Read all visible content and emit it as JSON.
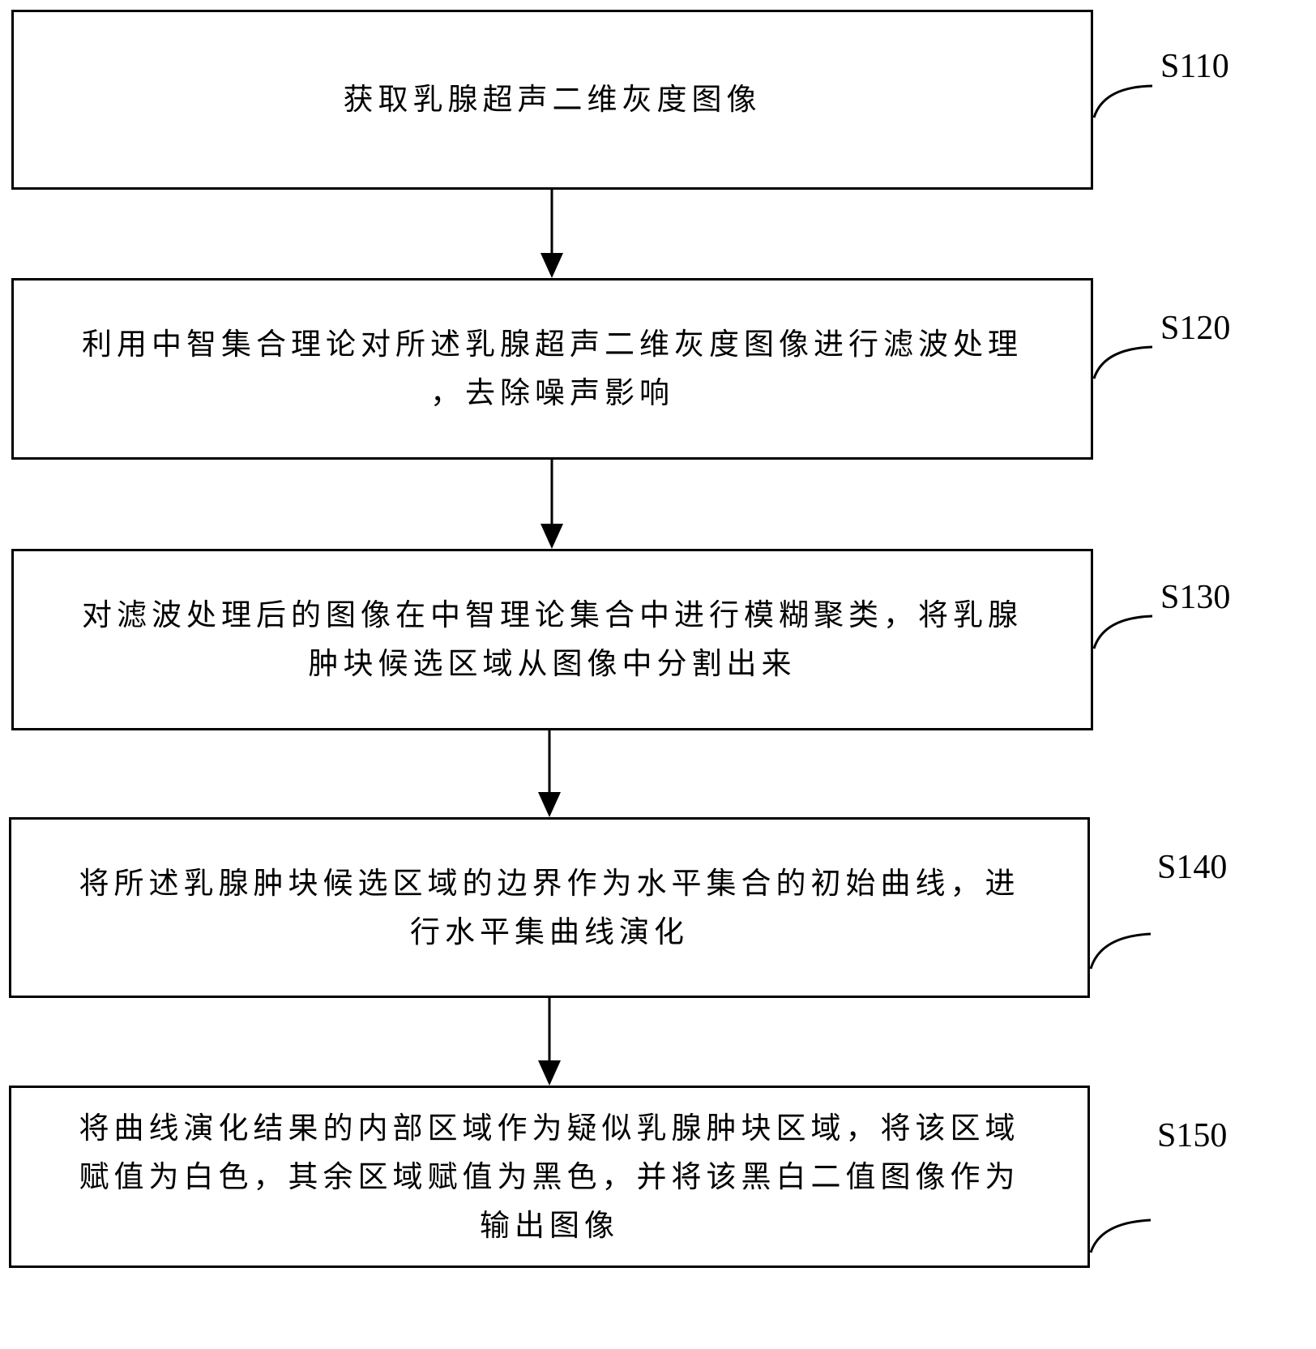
{
  "diagram": {
    "type": "flowchart",
    "steps": [
      {
        "id": "S110",
        "lines": [
          "获取乳腺超声二维灰度图像"
        ]
      },
      {
        "id": "S120",
        "lines": [
          "利用中智集合理论对所述乳腺超声二维灰度图像进行滤波处理",
          "，去除噪声影响"
        ]
      },
      {
        "id": "S130",
        "lines": [
          "对滤波处理后的图像在中智理论集合中进行模糊聚类，将乳腺",
          "肿块候选区域从图像中分割出来"
        ]
      },
      {
        "id": "S140",
        "lines": [
          "将所述乳腺肿块候选区域的边界作为水平集合的初始曲线，进",
          "行水平集曲线演化"
        ]
      },
      {
        "id": "S150",
        "lines": [
          "将曲线演化结果的内部区域作为疑似乳腺肿块区域，将该区域",
          "赋值为白色，其余区域赋值为黑色，并将该黑白二值图像作为",
          "输出图像"
        ]
      }
    ],
    "edges": [
      {
        "from": "S110",
        "to": "S120"
      },
      {
        "from": "S120",
        "to": "S130"
      },
      {
        "from": "S130",
        "to": "S140"
      },
      {
        "from": "S140",
        "to": "S150"
      }
    ]
  }
}
